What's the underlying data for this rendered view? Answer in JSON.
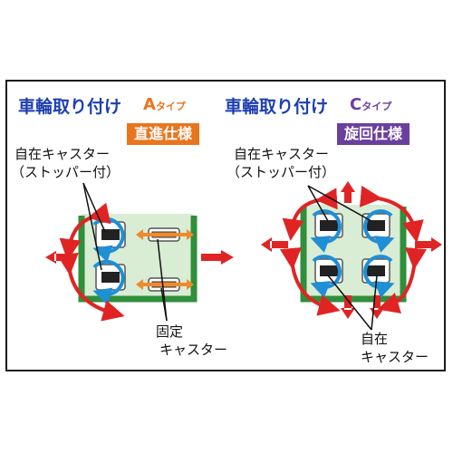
{
  "left": {
    "title": "車輪取り付け",
    "type_letter": "A",
    "type_suffix": "タイプ",
    "badge": "直進仕様",
    "caster_label_line1": "自在キャスター",
    "caster_label_line2": "（ストッパー付）",
    "fixed_label_line1": "固定",
    "fixed_label_line2": "キャスター"
  },
  "right": {
    "title": "車輪取り付け",
    "type_letter": "C",
    "type_suffix": "タイプ",
    "badge": "旋回仕様",
    "caster_label_line1": "自在キャスター",
    "caster_label_line2": "（ストッパー付）",
    "free_label_line1": "自在",
    "free_label_line2": "キャスター"
  },
  "colors": {
    "title_blue": "#1e3fb0",
    "type_a_orange": "#e8761e",
    "type_c_purple": "#6b3f9e",
    "badge_orange": "#e8761e",
    "badge_purple": "#6b3f9e",
    "platform_green": "#2f8f3a",
    "platform_fill": "#d9ecd4",
    "rotation_blue": "#1f8fd6",
    "arrow_red": "#e02424",
    "arrow_orange": "#ef8a2a"
  }
}
